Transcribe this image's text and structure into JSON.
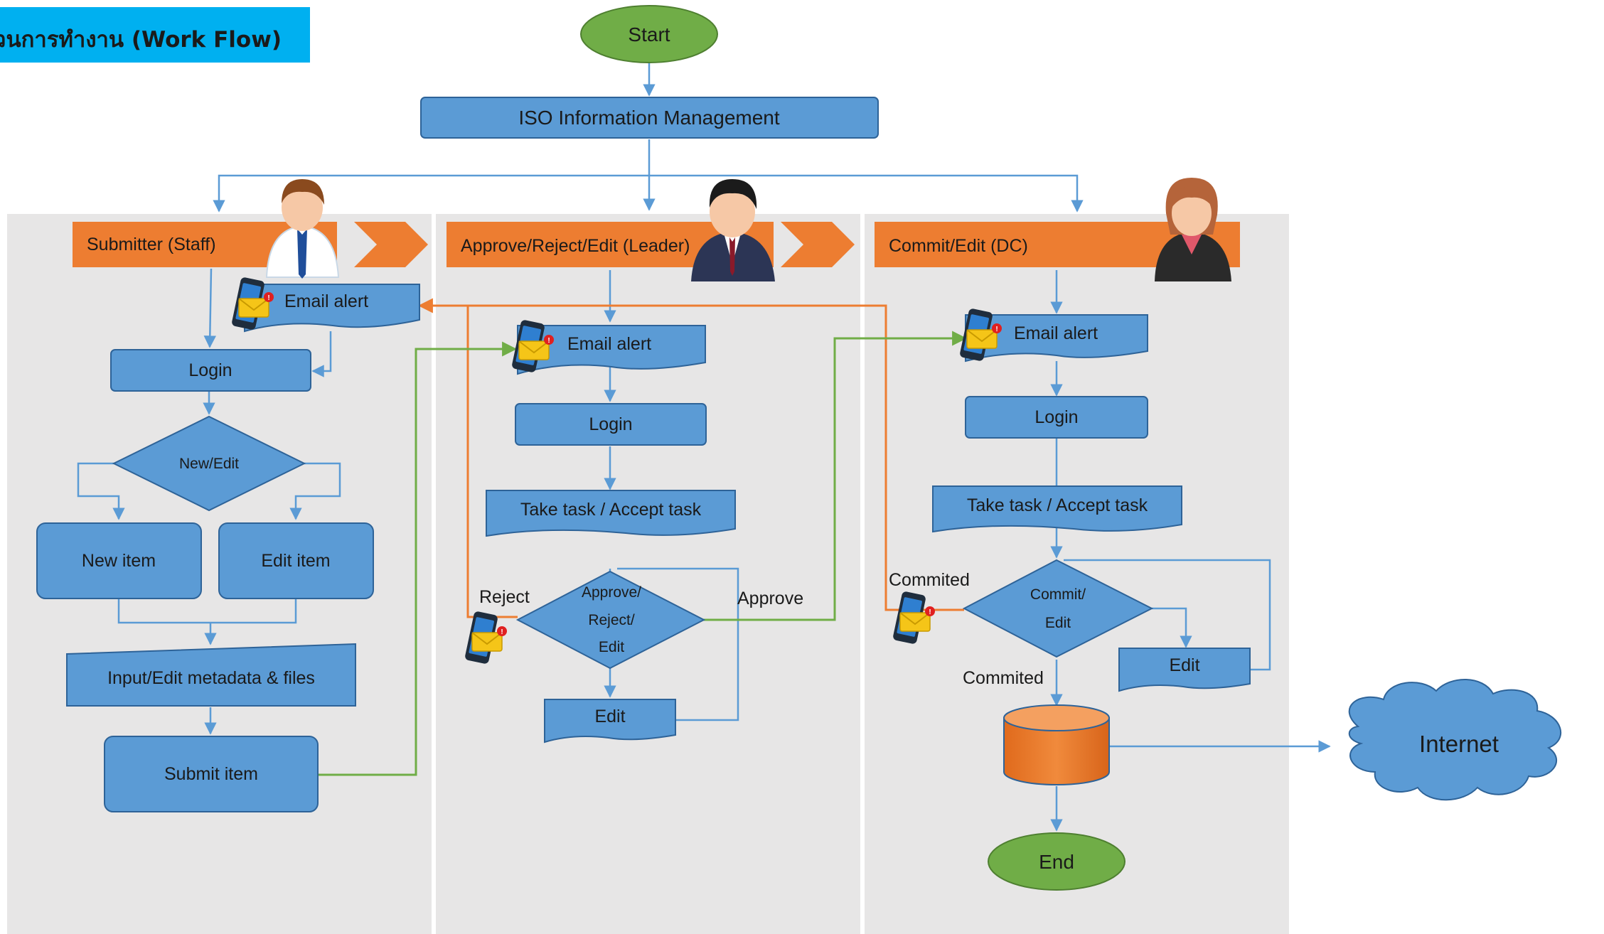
{
  "title": "กระบวนการทำงาน (Work Flow)",
  "colors": {
    "box_fill": "#5b9bd5",
    "box_stroke": "#2e6398",
    "lane_header": "#ed7d31",
    "start_end": "#70ad47",
    "lane_bg": "#e7e6e6",
    "line_blue": "#5b9bd5",
    "line_orange": "#ed7d31",
    "line_green": "#70ad47",
    "title_banner": "#00b0f0"
  },
  "start_label": "Start",
  "end_label": "End",
  "system_label": "ISO Information Management",
  "internet_label": "Internet",
  "lanes": {
    "submitter": {
      "header": "Submitter (Staff)",
      "avatar_icon": "male-staff-avatar-icon",
      "email_alert": "Email alert",
      "login": "Login",
      "decision": "New/Edit",
      "new_item": "New item",
      "edit_item": "Edit item",
      "input": "Input/Edit metadata & files",
      "submit": "Submit item"
    },
    "leader": {
      "header": "Approve/Reject/Edit (Leader)",
      "avatar_icon": "male-leader-avatar-icon",
      "email_alert": "Email alert",
      "login": "Login",
      "take_task": "Take task / Accept task",
      "decision_lines": [
        "Approve/",
        "Reject/",
        "Edit"
      ],
      "edit": "Edit",
      "reject_label": "Reject",
      "approve_label": "Approve"
    },
    "dc": {
      "header": "Commit/Edit (DC)",
      "avatar_icon": "female-dc-avatar-icon",
      "email_alert": "Email alert",
      "login": "Login",
      "take_task": "Take task / Accept task",
      "decision_lines": [
        "Commit/",
        "Edit"
      ],
      "edit": "Edit",
      "commited_top": "Commited",
      "commited_bottom": "Commited",
      "database_icon": "database-icon"
    }
  }
}
